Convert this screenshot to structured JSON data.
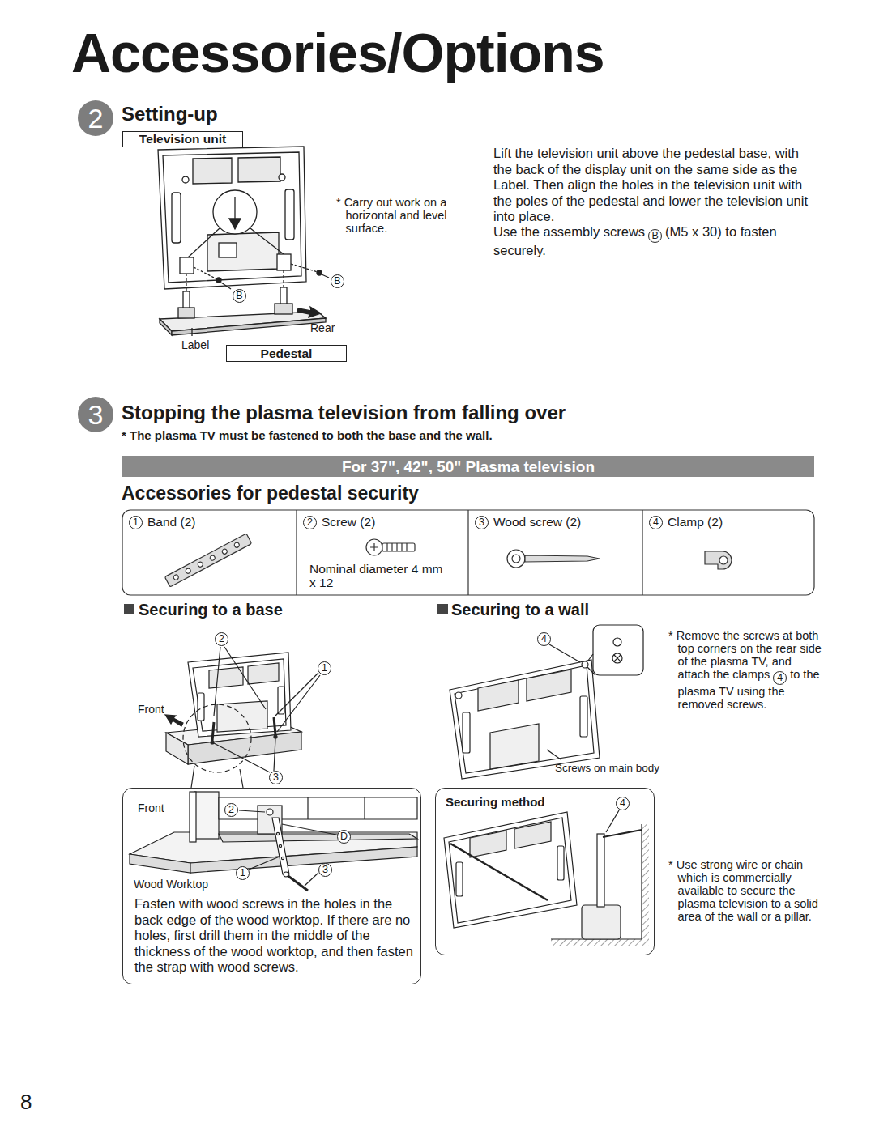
{
  "diagram": {
    "title": "Accessories/Options",
    "nodes": [
      {
        "text": [
          "2"
        ]
      },
      {
        "text": [
          "Television unit"
        ]
      },
      {
        "text": [
          "Pedestal"
        ]
      },
      {
        "text": [
          "3"
        ]
      },
      {
        "text": [
          "For 37\", 42\", 50\" Plasma television"
        ]
      },
      {
        "text": [
          "1",
          "Band (2)"
        ]
      },
      {
        "text": [
          "2",
          "Screw (2)",
          "Nominal diameter 4 mm x 12"
        ]
      },
      {
        "text": [
          "3",
          "Wood screw (2)"
        ]
      },
      {
        "text": [
          "4",
          "Clamp (2)"
        ]
      },
      {
        "text": [
          "Fasten with wood screws in the holes in the back edge of the wood worktop. If there are no holes, first drill them in the middle of the thickness of the wood worktop, and then fasten the strap with wood screws."
        ]
      },
      {
        "text": [
          "Securing method"
        ]
      }
    ],
    "labels": [
      "Setting-up",
      "* Carry out work on a horizontal and level surface.",
      "Lift the television unit above the pedestal base, with the back of the display unit on the same side as the Label. Then align the holes in the television unit with the poles of the pedestal and lower the television unit into place.",
      "Use the assembly screws",
      "B",
      "(M5 x 30) to fasten securely.",
      "B",
      "B",
      "Rear",
      "Label",
      "Stopping the plasma television from falling over",
      "* The plasma TV must be fastened to both the base and the wall.",
      "Accessories for pedestal security",
      "Securing to a base",
      "Securing to a wall",
      "2",
      "1",
      "Front",
      "3",
      "4",
      "* Remove the screws at both top corners on the rear side of the plasma TV, and attach the clamps",
      "4",
      "to the plasma TV using the removed screws.",
      "Screws on main body",
      "Front",
      "2",
      "D",
      "1",
      "3",
      "Wood Worktop",
      "4",
      "* Use strong wire or chain which is commercially available to secure the plasma television to a solid area of the wall or a pillar.",
      "8"
    ]
  }
}
